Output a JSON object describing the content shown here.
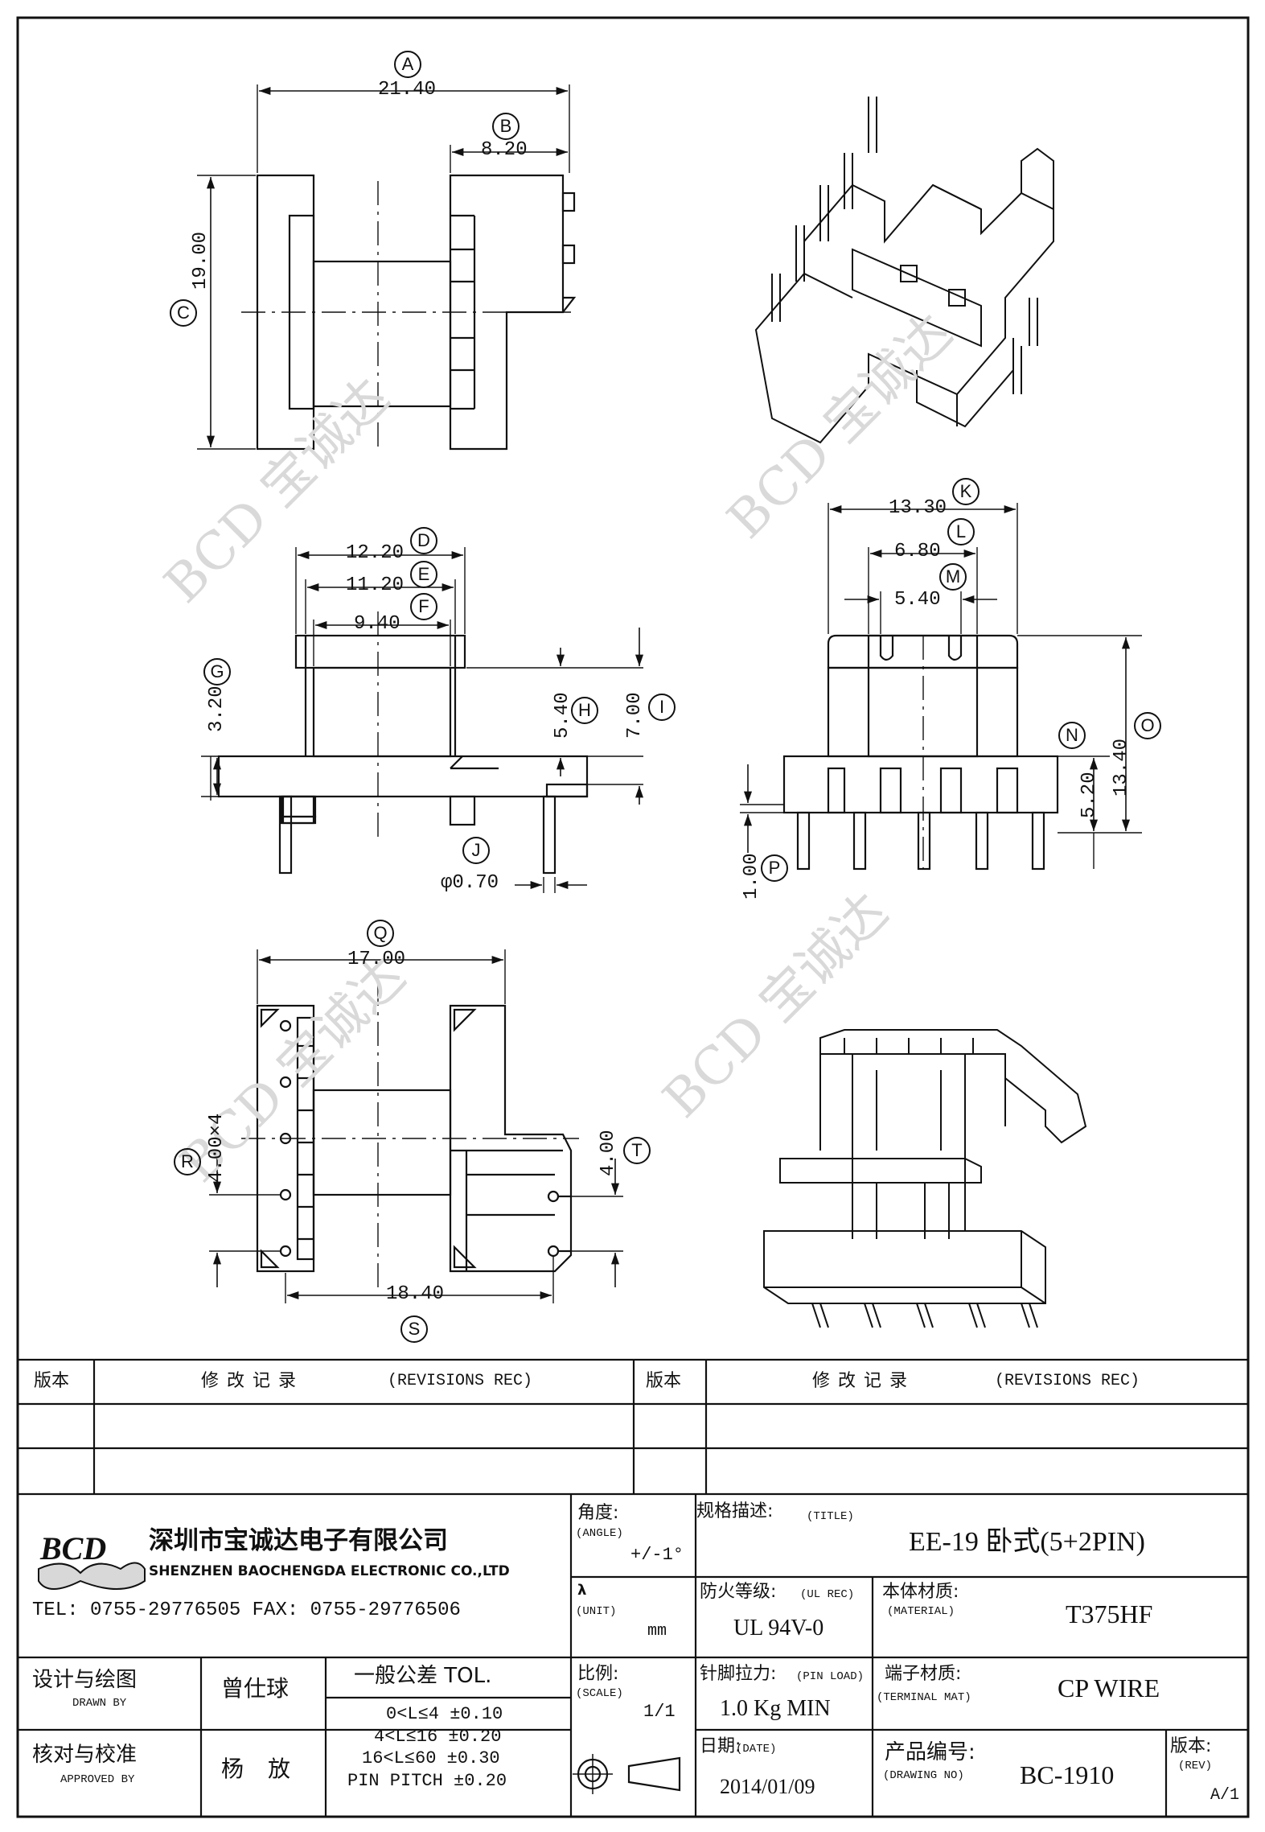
{
  "watermark": "BCD 宝诚达",
  "labels": {
    "A": "A",
    "B": "B",
    "C": "C",
    "D": "D",
    "E": "E",
    "F": "F",
    "G": "G",
    "H": "H",
    "I": "I",
    "J": "J",
    "K": "K",
    "L": "L",
    "M": "M",
    "N": "N",
    "O": "O",
    "P": "P",
    "Q": "Q",
    "R": "R",
    "S": "S",
    "T": "T"
  },
  "dims": {
    "A": "21.40",
    "B": "8.20",
    "C": "19.00",
    "D": "12.20",
    "E": "11.20",
    "F": "9.40",
    "G": "3.20",
    "H": "5.40",
    "I": "7.00",
    "J": "φ0.70",
    "K": "13.30",
    "L": "6.80",
    "M": "5.40",
    "N": "5.20",
    "O": "13.40",
    "P": "1.00",
    "Q": "17.00",
    "R": "4.00×4",
    "S": "18.40",
    "T": "4.00"
  },
  "revisions": {
    "version_label": "版本",
    "title_cn": "修改记录",
    "title_en": "(REVISIONS REC)"
  },
  "company": {
    "logo_text": "BCD",
    "name_cn": "深圳市宝诚达电子有限公司",
    "name_en": "SHENZHEN BAOCHENGDA ELECTRONIC CO.,LTD",
    "contact": "TEL: 0755-29776505  FAX: 0755-29776506"
  },
  "title_block": {
    "angle": {
      "label": "角度:",
      "label_en": "(ANGLE)",
      "value": "+/-1°"
    },
    "unit": {
      "symbol": "λ",
      "label_en": "(UNIT)",
      "value": "mm"
    },
    "title": {
      "label": "规格描述:",
      "label_en": "(TITLE)",
      "value": "EE-19 卧式(5+2PIN)"
    },
    "ul_rec": {
      "label": "防火等级:",
      "label_en": "(UL REC)",
      "value": "UL 94V-0"
    },
    "material": {
      "label": "本体材质:",
      "label_en": "(MATERIAL)",
      "value": "T375HF"
    },
    "drawn_by": {
      "label": "设计与绘图",
      "label_en": "DRAWN BY",
      "value": "曾仕球"
    },
    "approved_by": {
      "label": "核对与校准",
      "label_en": "APPROVED BY",
      "value": "杨放"
    },
    "scale": {
      "label": "比例:",
      "label_en": "(SCALE)",
      "value": "1/1"
    },
    "pin_load": {
      "label": "针脚拉力:",
      "label_en": "(PIN LOAD)",
      "value": "1.0 Kg MIN"
    },
    "terminal_mat": {
      "label": "端子材质:",
      "label_en": "(TERMINAL MAT)",
      "value": "CP WIRE"
    },
    "date": {
      "label": "日期:",
      "label_en": "(DATE)",
      "value": "2014/01/09"
    },
    "drawing_no": {
      "label": "产品编号:",
      "label_en": "(DRAWING NO)",
      "value": "BC-1910"
    },
    "rev": {
      "label": "版本:",
      "label_en": "(REV)",
      "value": "A/1"
    }
  },
  "tolerance": {
    "header": "一般公差 TOL.",
    "rows": [
      "0<L≤4   ±0.10",
      "4<L≤16  ±0.20",
      "16<L≤60 ±0.30",
      "PIN PITCH ±0.20"
    ]
  }
}
